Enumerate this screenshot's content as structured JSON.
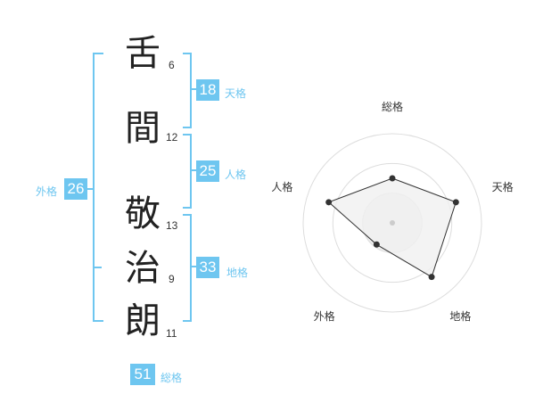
{
  "name": {
    "characters": [
      {
        "char": "舌",
        "strokes": "6"
      },
      {
        "char": "間",
        "strokes": "12"
      },
      {
        "char": "敬",
        "strokes": "13"
      },
      {
        "char": "治",
        "strokes": "9"
      },
      {
        "char": "朗",
        "strokes": "11"
      }
    ]
  },
  "scores": {
    "tenkaku": {
      "value": "18",
      "label": "天格"
    },
    "jinkaku": {
      "value": "25",
      "label": "人格"
    },
    "chikaku": {
      "value": "33",
      "label": "地格"
    },
    "gaikaku": {
      "value": "26",
      "label": "外格"
    },
    "soukaku": {
      "value": "51",
      "label": "総格"
    }
  },
  "chart_data": {
    "type": "radar",
    "axes": [
      "総格",
      "天格",
      "地格",
      "外格",
      "人格"
    ],
    "values": [
      0.5,
      0.75,
      0.75,
      0.3,
      0.75
    ],
    "max": 1,
    "rings": 3,
    "colors": {
      "fill": "#f0f0f0",
      "line": "#333333",
      "ring": "#dddddd",
      "accent": "#6ec6f0"
    }
  }
}
